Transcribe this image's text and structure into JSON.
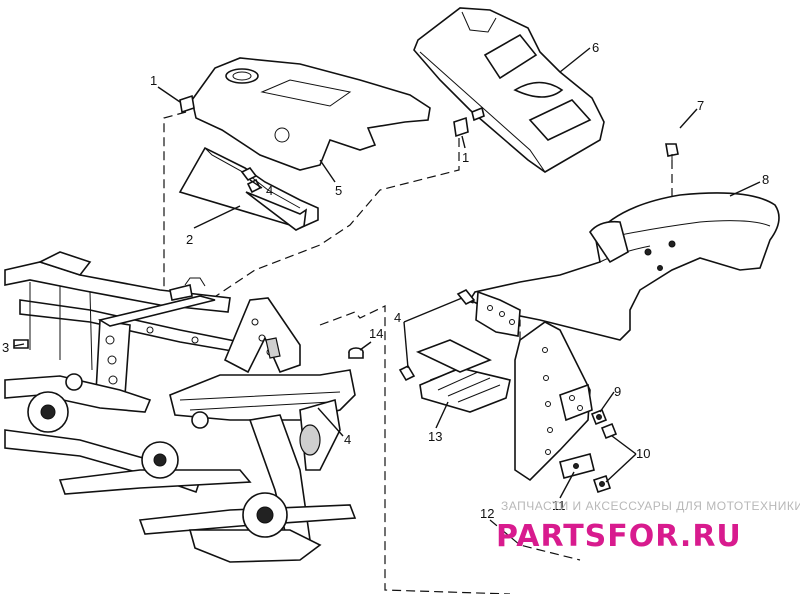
{
  "diagram": {
    "callouts": {
      "c1a": "1",
      "c1b": "1",
      "c2": "2",
      "c3": "3",
      "c4a": "4",
      "c4b": "4",
      "c4c": "4",
      "c5": "5",
      "c6": "6",
      "c7": "7",
      "c8": "8",
      "c9": "9",
      "c10": "10",
      "c11": "11",
      "c12": "12",
      "c13": "13",
      "c14": "14"
    }
  },
  "watermark": {
    "tagline": "ЗАПЧАСТИ И АКСЕССУАРЫ ДЛЯ МОТОТЕХНИКИ",
    "logo_text": "PARTSFOR.RU",
    "logo_color": "#d81b8e"
  }
}
